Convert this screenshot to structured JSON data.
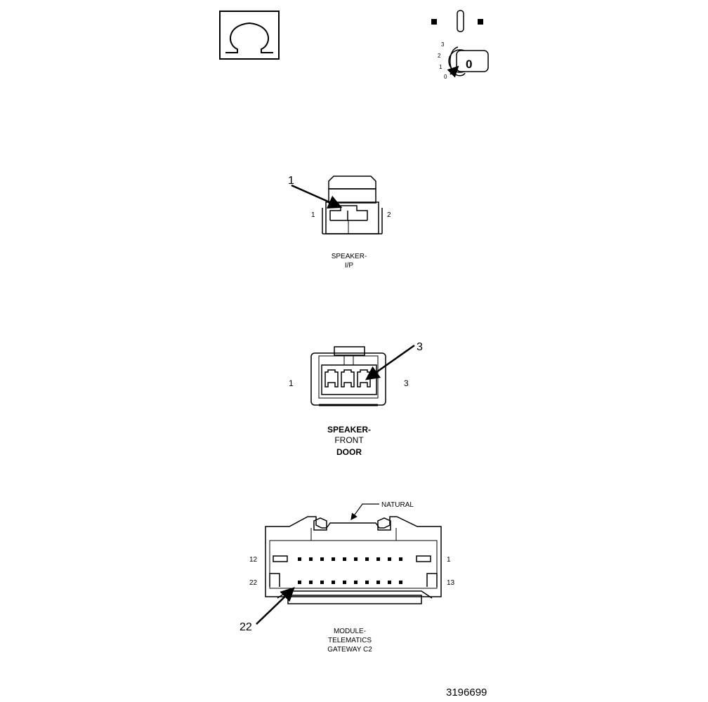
{
  "symbols": {
    "omega_icon": "omega-ohm-symbol",
    "ignition_icon": "ignition-key-switch",
    "ignition_positions": [
      "3",
      "2",
      "1",
      "0"
    ],
    "key_label": "0"
  },
  "connector_ip": {
    "callout": "1",
    "pin_left": "1",
    "pin_right": "2",
    "caption_line1": "SPEAKER-",
    "caption_line2": "I/P"
  },
  "connector_front_door": {
    "callout": "3",
    "pin_left": "1",
    "pin_right": "3",
    "caption_line1": "SPEAKER-",
    "caption_line2": "FRONT",
    "caption_line3": "DOOR"
  },
  "connector_telematics": {
    "color_label": "NATURAL",
    "pin_top_left": "12",
    "pin_top_right": "1",
    "pin_bottom_left": "22",
    "pin_bottom_right": "13",
    "callout": "22",
    "caption_line1": "MODULE-",
    "caption_line2": "TELEMATICS",
    "caption_line3": "GATEWAY C2"
  },
  "figure_number": "3196699"
}
